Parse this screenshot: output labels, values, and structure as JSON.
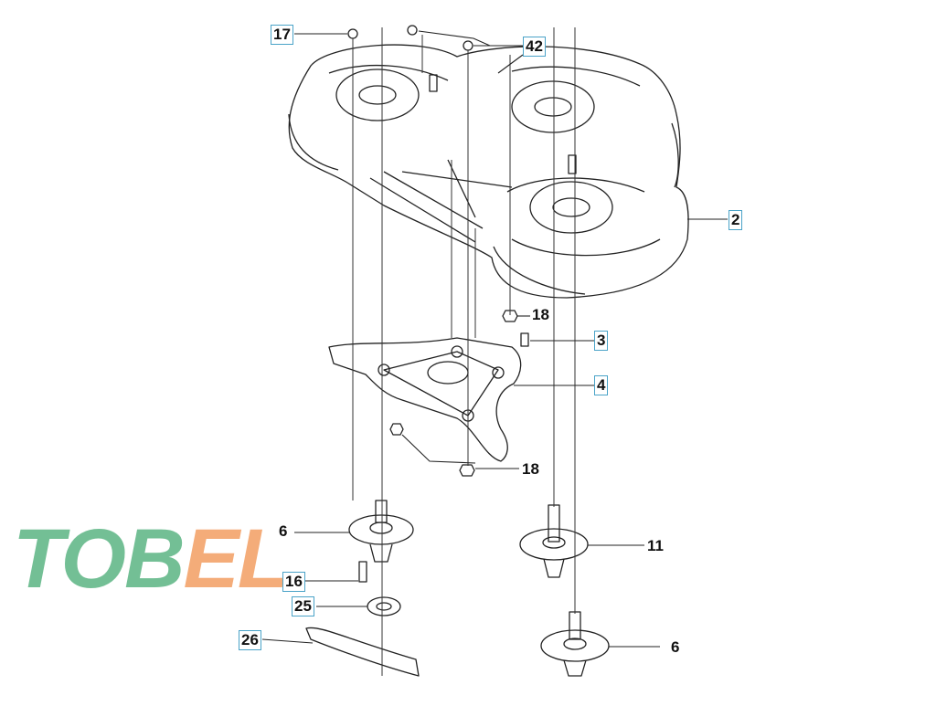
{
  "diagram": {
    "callouts": [
      {
        "id": "c17",
        "label": "17"
      },
      {
        "id": "c42",
        "label": "42"
      },
      {
        "id": "c2",
        "label": "2"
      },
      {
        "id": "c18a",
        "label": "18"
      },
      {
        "id": "c3",
        "label": "3"
      },
      {
        "id": "c4",
        "label": "4"
      },
      {
        "id": "c18b",
        "label": "18"
      },
      {
        "id": "c6a",
        "label": "6"
      },
      {
        "id": "c11",
        "label": "11"
      },
      {
        "id": "c16",
        "label": "16"
      },
      {
        "id": "c25",
        "label": "25"
      },
      {
        "id": "c26",
        "label": "26"
      },
      {
        "id": "c6b",
        "label": "6"
      }
    ],
    "watermark": {
      "part1": "TOB",
      "part2": "EL"
    }
  },
  "colors": {
    "line": "#222222",
    "accent": "#4aa3c8",
    "wm_green": "#64b98a",
    "wm_orange": "#f3a46b"
  }
}
